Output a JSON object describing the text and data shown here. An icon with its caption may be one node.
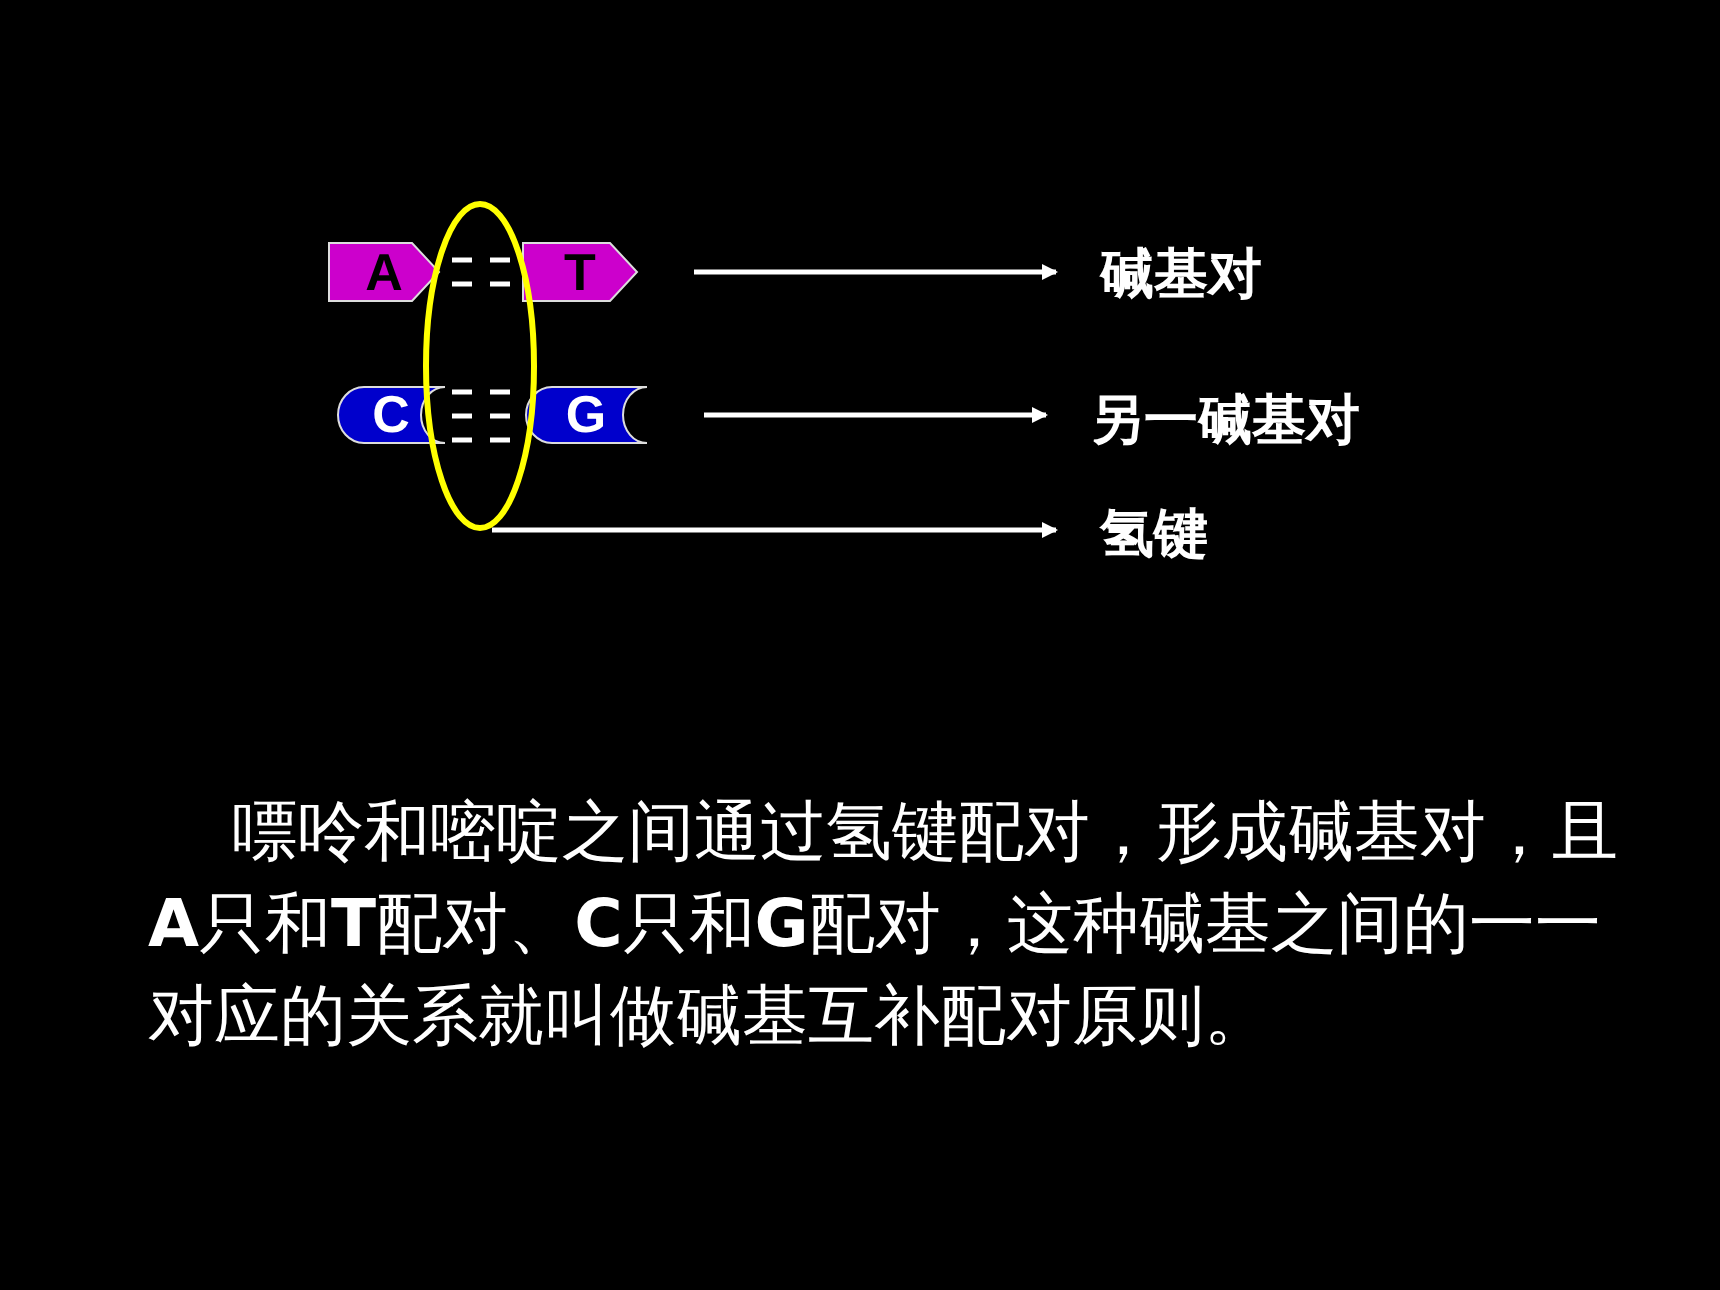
{
  "diagram": {
    "nodes": [
      {
        "text": [
          "A"
        ]
      },
      {
        "text": [
          "T"
        ]
      },
      {
        "text": [
          "C"
        ]
      },
      {
        "text": [
          "G"
        ]
      },
      {
        "text": [],
        "shape": "circle"
      },
      {
        "text": [
          "碱基对"
        ]
      },
      {
        "text": [
          "另一碱基对"
        ]
      },
      {
        "text": [
          "氢键"
        ]
      }
    ],
    "edges": [
      {
        "from": 1,
        "to": 5,
        "arrow": "to"
      },
      {
        "from": 3,
        "to": 6,
        "arrow": "to"
      },
      {
        "from": 4,
        "to": 7,
        "arrow": "to"
      }
    ],
    "labels": [
      "嘌呤和嘧啶之间通过氢键配对，形成碱基对，且**A**只和**T**配对、**C**只和**G**配对，这种碱基之间的一一对应的关系就叫做碱基互补配对原则。"
    ]
  }
}
